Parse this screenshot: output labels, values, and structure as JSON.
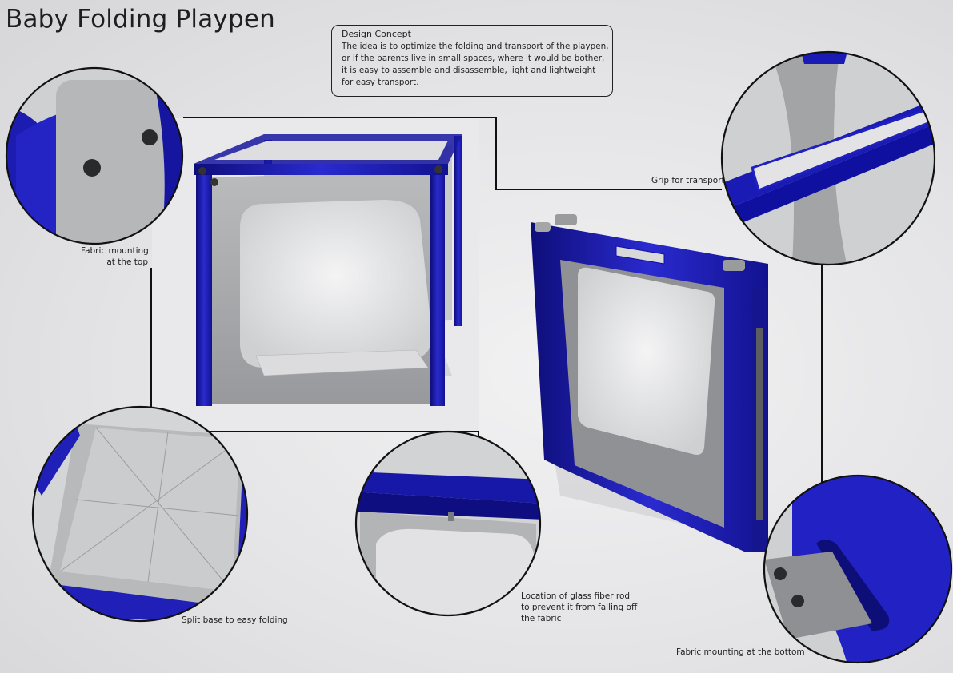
{
  "title": "Baby Folding Playpen",
  "design_concept": {
    "heading": "Design Concept",
    "lines": [
      "The idea is to optimize the folding and transport of the playpen,",
      "or if the parents live in small spaces, where it would be bother,",
      "it is easy to assemble and disassemble, light and lightweight",
      "for easy transport."
    ]
  },
  "labels": {
    "fabric_top": [
      "Fabric mounting",
      "at the top"
    ],
    "grip": "Grip for transport",
    "split_base": "Split base to easy folding",
    "glass_fiber": [
      "Location of glass fiber rod",
      "to prevent it from falling off",
      "the fabric"
    ],
    "fabric_bottom": "Fabric mounting at the bottom"
  },
  "colors": {
    "frame_blue": "#1a1aa8",
    "fabric_grey": "#a9abad",
    "background": "#e6e6e8"
  }
}
